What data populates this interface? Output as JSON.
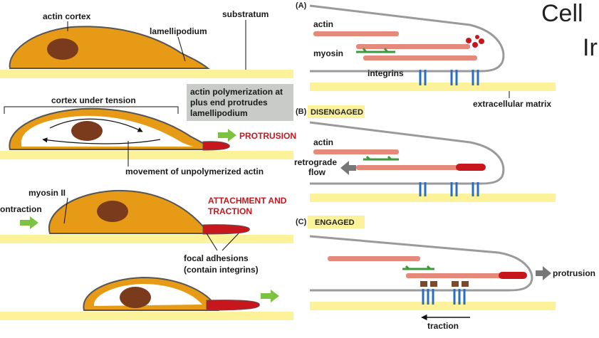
{
  "title": {
    "line1": "Cell",
    "line2": "Ir"
  },
  "colors": {
    "cortex": "#e69a16",
    "cortex_edge": "#555555",
    "nucleus": "#7a3a1c",
    "substratum": "#fbf29a",
    "protrusion_red": "#c8161d",
    "arrow_green": "#7dc242",
    "integrin_blue": "#2a6fbf",
    "actin_pink": "#e58a7a",
    "myosin_green": "#3c9a3c",
    "note_box": "#c9cbc9",
    "tag_yellow": "#fbf29a"
  },
  "left": {
    "p1": {
      "actin_cortex": "actin cortex",
      "lamellipodium": "lamellipodium",
      "substratum": "substratum"
    },
    "p2": {
      "cortex_tension": "cortex under tension",
      "note_line1": "actin polymerization at",
      "note_line2": "plus end protrudes",
      "note_line3": "lamellipodium",
      "protrusion": "PROTRUSION",
      "movement": "movement of unpolymerized actin"
    },
    "p3": {
      "myosin": "myosin II",
      "contraction": "ontraction",
      "attach1": "ATTACHMENT AND",
      "attach2": "TRACTION",
      "focal1": "focal adhesions",
      "focal2": "(contain integrins)"
    }
  },
  "right": {
    "a": {
      "panel": "(A)",
      "actin": "actin",
      "myosin": "myosin",
      "integrins": "integrins",
      "ecm": "extracellular matrix"
    },
    "b": {
      "panel": "(B)",
      "tag": "DISENGAGED",
      "actin": "actin",
      "retro1": "retrograde",
      "retro2": "flow"
    },
    "c": {
      "panel": "(C)",
      "tag": "ENGAGED",
      "protrusion": "protrusion",
      "traction": "traction"
    }
  }
}
